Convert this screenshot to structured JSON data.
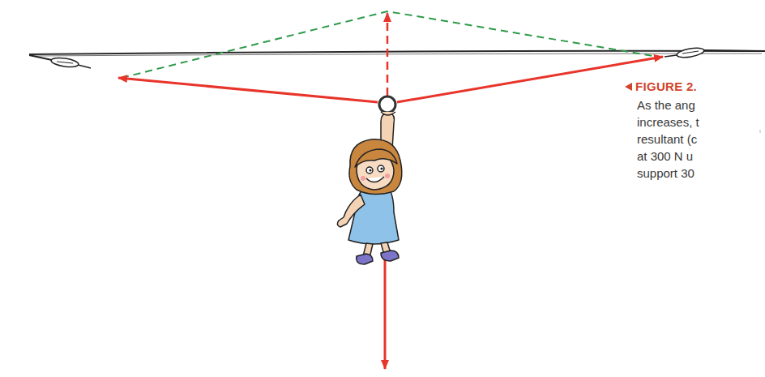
{
  "diagram": {
    "caption": "FIGURE 2.",
    "labels": [
      "As the ang",
      "increases, t",
      "resultant (c",
      "at 300 N u",
      "support 30"
    ]
  }
}
